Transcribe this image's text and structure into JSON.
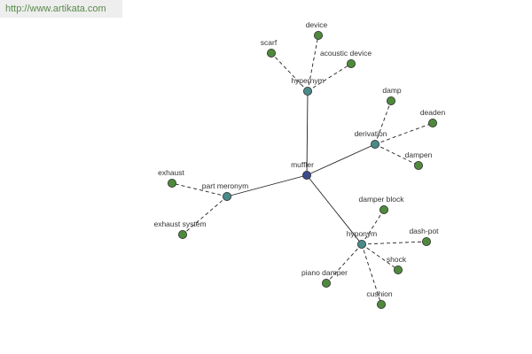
{
  "banner": {
    "url": "http://www.artikata.com"
  },
  "colors": {
    "root": "#3b4a8c",
    "relation": "#4a8a88",
    "leaf": "#4f8a3c",
    "edge": "#222222",
    "node_stroke": "#2b2b2b",
    "banner_text": "#5a8a4a",
    "banner_bg": "#eeeeee"
  },
  "graph": {
    "root": {
      "id": "muffler",
      "label": "muffler"
    },
    "relations": [
      {
        "id": "hypernym",
        "label": "hypernym",
        "leaves": [
          {
            "id": "device",
            "label": "device"
          },
          {
            "id": "scarf",
            "label": "scarf"
          },
          {
            "id": "acoustic-device",
            "label": "acoustic device"
          }
        ]
      },
      {
        "id": "derivation",
        "label": "derivation",
        "leaves": [
          {
            "id": "damp",
            "label": "damp"
          },
          {
            "id": "deaden",
            "label": "deaden"
          },
          {
            "id": "dampen",
            "label": "dampen"
          }
        ]
      },
      {
        "id": "part-meronym",
        "label": "part meronym",
        "leaves": [
          {
            "id": "exhaust",
            "label": "exhaust"
          },
          {
            "id": "exhaust-system",
            "label": "exhaust system"
          }
        ]
      },
      {
        "id": "hyponym",
        "label": "hyponym",
        "leaves": [
          {
            "id": "damper-block",
            "label": "damper block"
          },
          {
            "id": "dash-pot",
            "label": "dash-pot"
          },
          {
            "id": "shock",
            "label": "shock"
          },
          {
            "id": "piano-damper",
            "label": "piano damper"
          },
          {
            "id": "cushion",
            "label": "cushion"
          }
        ]
      }
    ]
  }
}
